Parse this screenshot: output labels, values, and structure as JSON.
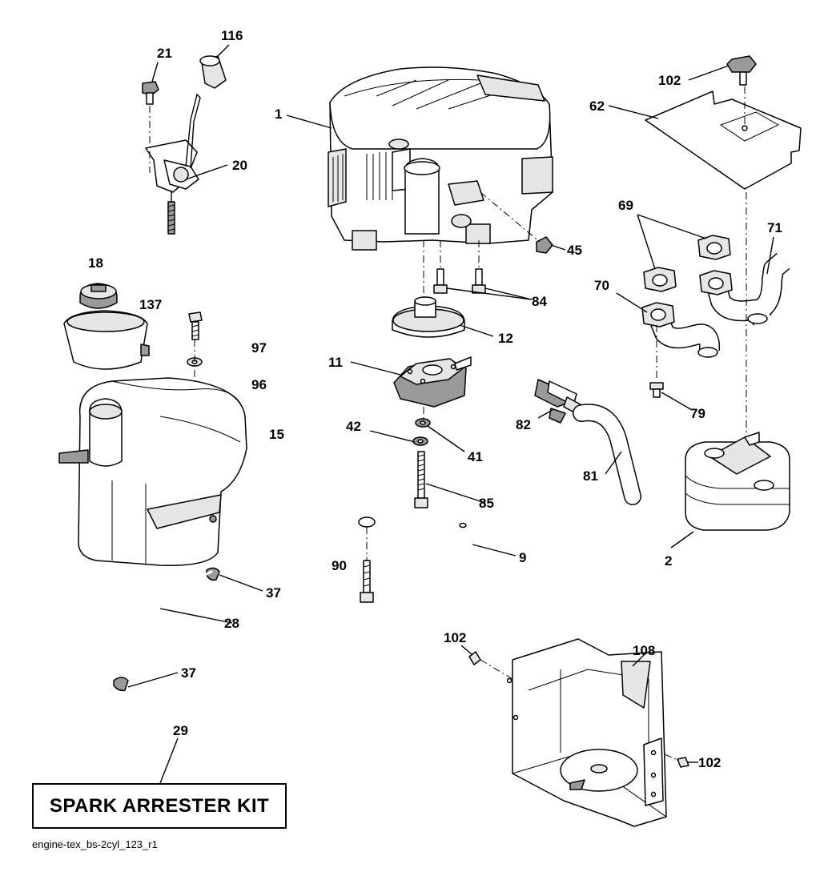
{
  "diagram": {
    "figure_id": "engine-tex_bs-2cyl_123_r1",
    "kit_label": "SPARK ARRESTER KIT",
    "callouts": {
      "c1": "1",
      "c2": "2",
      "c9": "9",
      "c11": "11",
      "c12": "12",
      "c15": "15",
      "c18": "18",
      "c20": "20",
      "c21": "21",
      "c28": "28",
      "c29": "29",
      "c37a": "37",
      "c37b": "37",
      "c41": "41",
      "c42": "42",
      "c45": "45",
      "c62": "62",
      "c69": "69",
      "c70": "70",
      "c71": "71",
      "c79": "79",
      "c81": "81",
      "c82": "82",
      "c84": "84",
      "c85": "85",
      "c90": "90",
      "c96": "96",
      "c97": "97",
      "c102a": "102",
      "c102b": "102",
      "c102c": "102",
      "c108": "108",
      "c116": "116",
      "c137": "137"
    }
  }
}
